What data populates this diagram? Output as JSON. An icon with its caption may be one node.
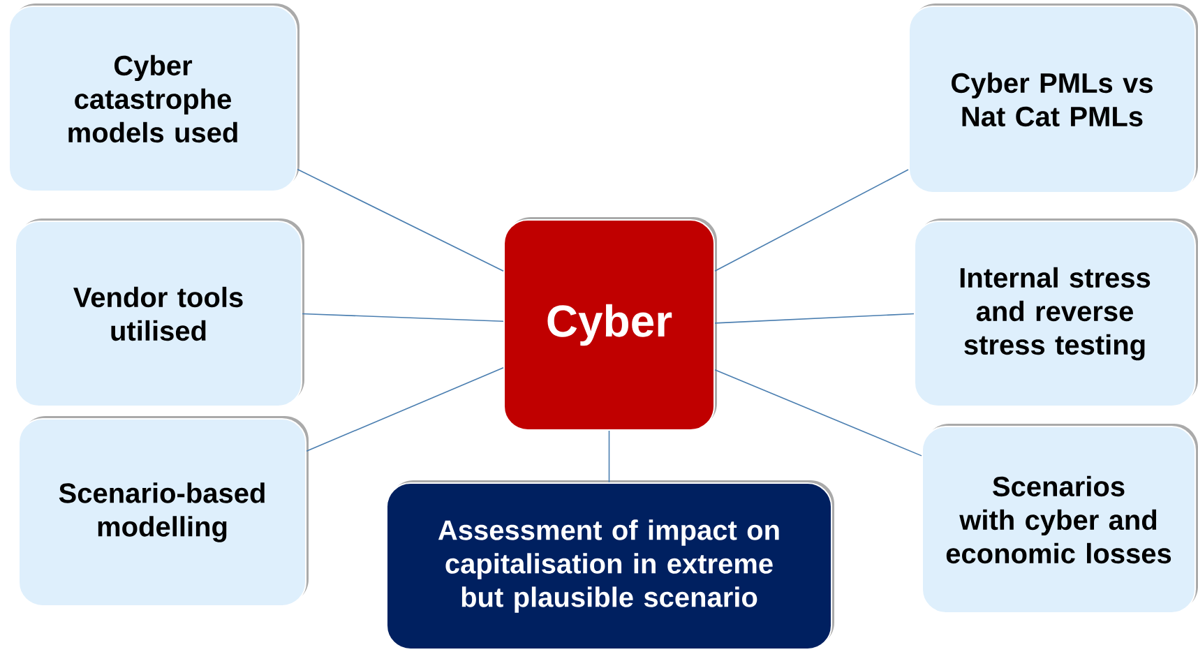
{
  "diagram": {
    "nodes": [
      {
        "text": [
          "Cyber"
        ]
      },
      {
        "text": [
          "Cyber catastrophe models used"
        ]
      },
      {
        "text": [
          "Cyber PMLs vs Nat Cat PMLs"
        ]
      },
      {
        "text": [
          "Vendor tools utilised"
        ]
      },
      {
        "text": [
          "Internal stress and reverse stress testing"
        ]
      },
      {
        "text": [
          "Scenario-based modelling"
        ]
      },
      {
        "text": [
          "Scenarios with cyber and economic losses"
        ]
      },
      {
        "text": [
          "Assessment of impact on capitalisation in extreme but plausible scenario"
        ]
      }
    ],
    "edges": [
      {
        "from": 0,
        "to": 1,
        "arrow": "none"
      },
      {
        "from": 0,
        "to": 2,
        "arrow": "none"
      },
      {
        "from": 0,
        "to": 3,
        "arrow": "none"
      },
      {
        "from": 0,
        "to": 4,
        "arrow": "none"
      },
      {
        "from": 0,
        "to": 5,
        "arrow": "none"
      },
      {
        "from": 0,
        "to": 6,
        "arrow": "none"
      },
      {
        "from": 0,
        "to": 7,
        "arrow": "none"
      }
    ]
  }
}
